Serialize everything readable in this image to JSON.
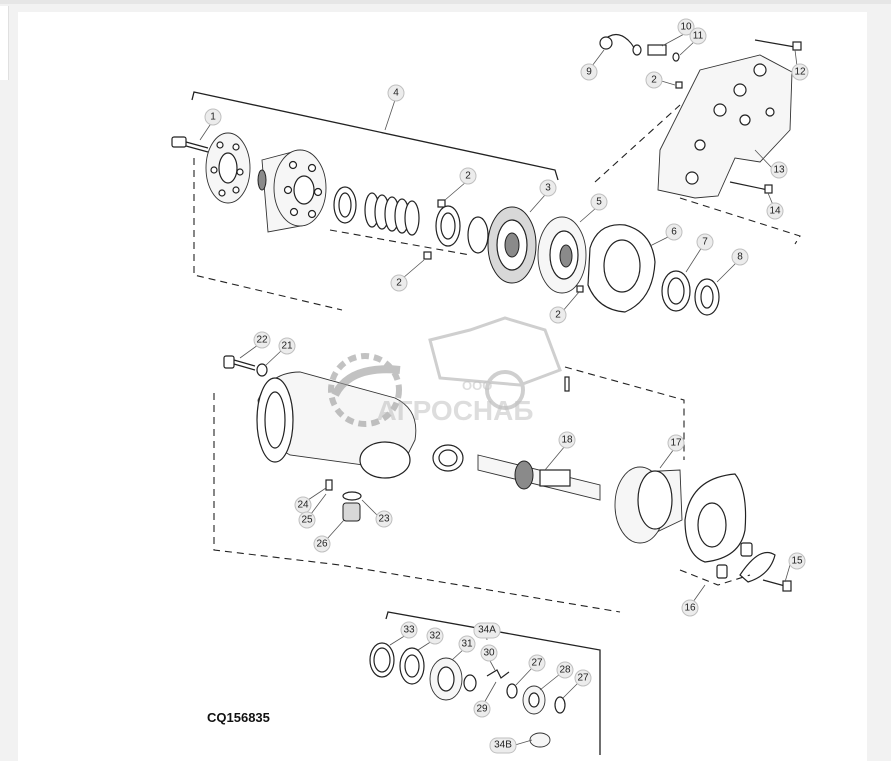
{
  "figure_id": "CQ156835",
  "watermark": {
    "line1": "ООО",
    "line2": "АГРОСНАБ"
  },
  "callouts": [
    "1",
    "2",
    "2",
    "2",
    "2",
    "3",
    "4",
    "5",
    "6",
    "7",
    "8",
    "9",
    "10",
    "11",
    "12",
    "13",
    "14",
    "15",
    "16",
    "17",
    "18",
    "21",
    "22",
    "23",
    "24",
    "25",
    "26",
    "27",
    "27",
    "28",
    "29",
    "30",
    "31",
    "32",
    "33",
    "34A",
    "34B"
  ],
  "colors": {
    "line": "#222222",
    "callout_fill": "#ececec",
    "watermark": "#9a9a9a"
  }
}
